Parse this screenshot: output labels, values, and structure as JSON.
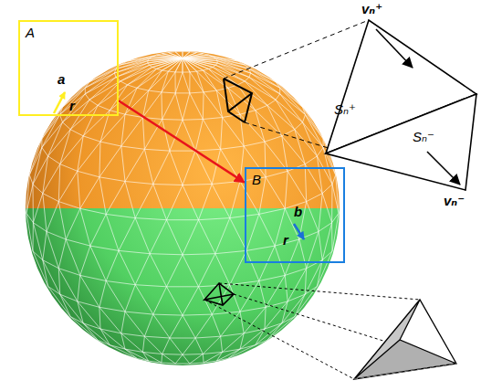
{
  "diagram": {
    "nodes": [
      {
        "text": [
          "A"
        ]
      },
      {
        "text": [
          "B"
        ]
      }
    ],
    "edges": [
      {
        "from": 0,
        "to": 1,
        "arrow": "to"
      }
    ],
    "labels": [
      "a",
      "r",
      "vₙ⁺",
      "Sₙ⁺",
      "Sₙ⁻",
      "vₙ⁻",
      "b",
      "r"
    ]
  }
}
